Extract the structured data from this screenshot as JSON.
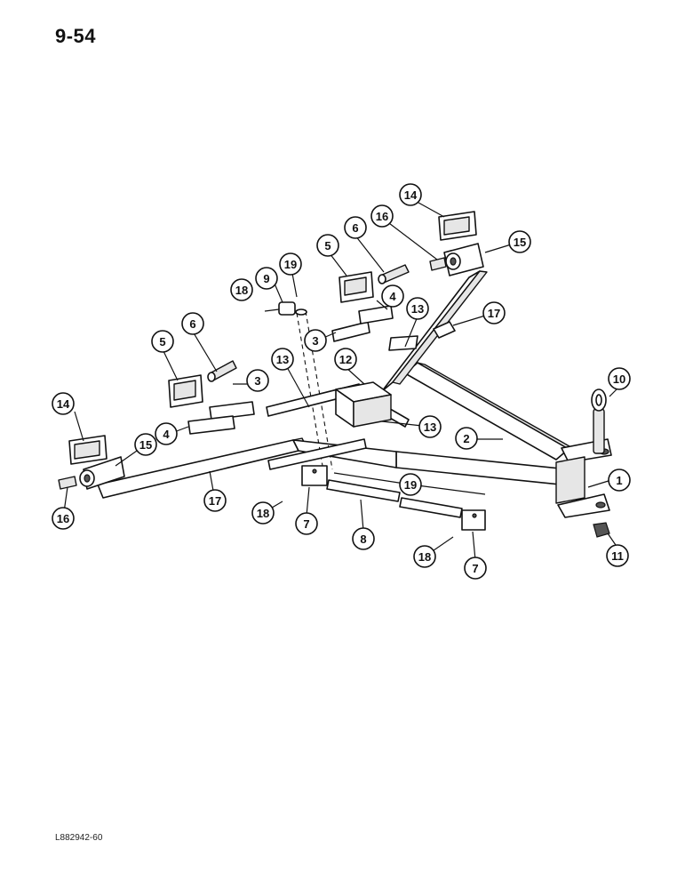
{
  "page": {
    "number": "9-54",
    "figure_code": "L882942-60"
  },
  "callouts": [
    "1",
    "2",
    "3",
    "3",
    "4",
    "4",
    "5",
    "5",
    "6",
    "6",
    "7",
    "7",
    "8",
    "9",
    "10",
    "11",
    "12",
    "13",
    "13",
    "13",
    "14",
    "14",
    "15",
    "15",
    "16",
    "16",
    "17",
    "17",
    "18",
    "18",
    "18",
    "19",
    "19"
  ],
  "colors": {
    "line": "#111111",
    "paper": "#ffffff"
  }
}
